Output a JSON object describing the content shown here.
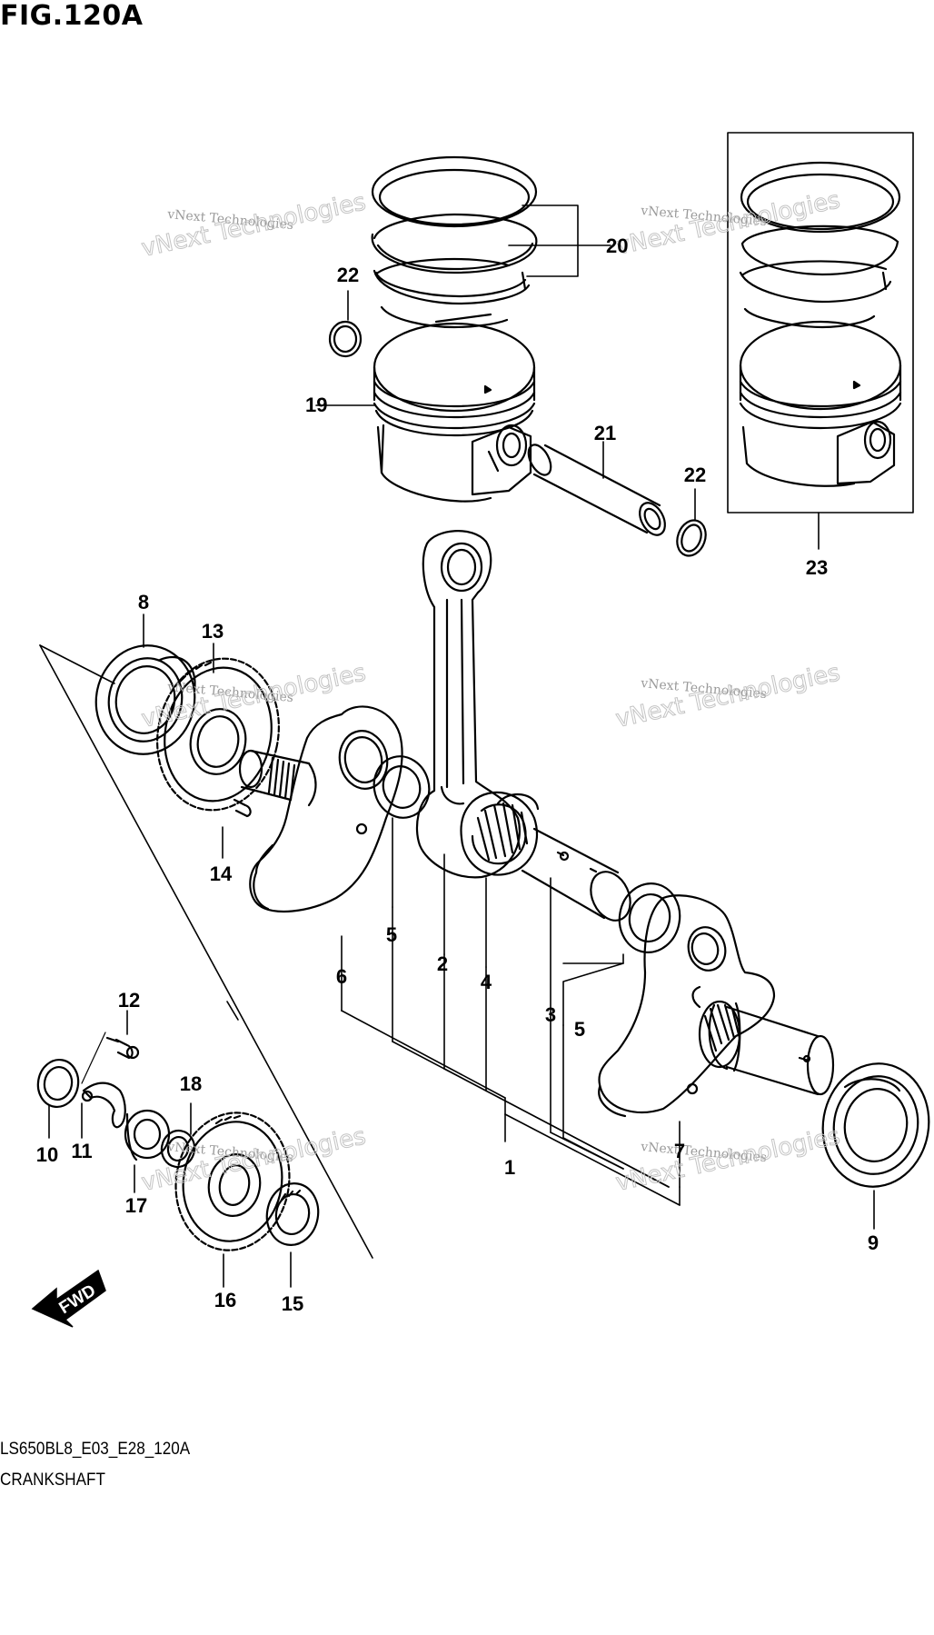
{
  "figure": {
    "title": "FIG.120A",
    "model_code": "LS650BL8_E03_E28_120A",
    "caption": "CRANKSHAFT"
  },
  "watermark": {
    "small_text": "vNext Technologies",
    "big_text": "vNext Technologies"
  },
  "fwd_label": "FWD",
  "callouts": {
    "c1": "1",
    "c2": "2",
    "c3": "3",
    "c4": "4",
    "c5a": "5",
    "c5b": "5",
    "c6": "6",
    "c7": "7",
    "c8": "8",
    "c9": "9",
    "c10": "10",
    "c11": "11",
    "c12": "12",
    "c13": "13",
    "c14": "14",
    "c15": "15",
    "c16": "16",
    "c17": "17",
    "c18": "18",
    "c19": "19",
    "c20": "20",
    "c21": "21",
    "c22a": "22",
    "c22b": "22",
    "c23": "23"
  }
}
